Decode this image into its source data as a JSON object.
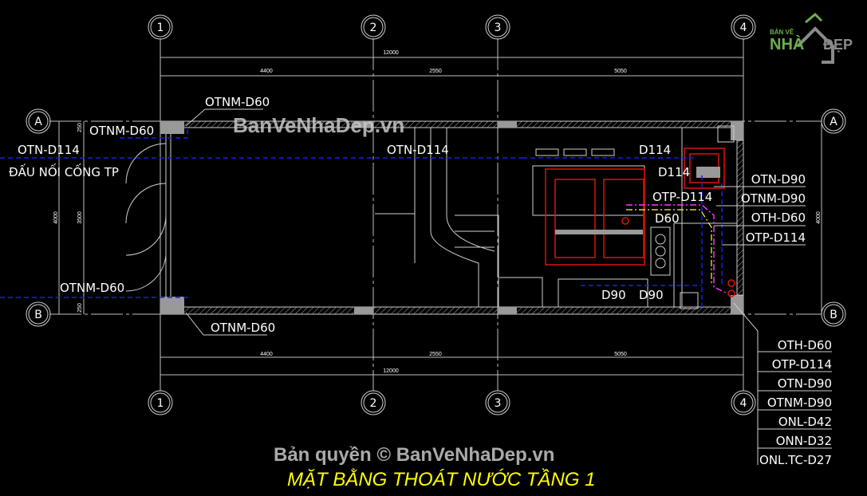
{
  "logo": {
    "top_text": "BẢN VẼ",
    "main_text": "NHÀ",
    "side_text": "ĐẸP",
    "color_green": "#6ab04c",
    "color_gray": "#8a8a8a"
  },
  "watermark": "BanVeNhaDep.vn",
  "copyright": "Bản quyền © BanVeNhaDep.vn",
  "title": "MẶT BẰNG THOÁT NƯỚC TẦNG 1",
  "grid": {
    "columns": [
      "1",
      "2",
      "3",
      "4"
    ],
    "rows": [
      "A",
      "B"
    ]
  },
  "dimensions": {
    "total": "12000",
    "spans": [
      "4400",
      "2550",
      "5050"
    ],
    "left_total": "4000",
    "left_spans": [
      "250",
      "3500",
      "250"
    ],
    "right_partial": "4000"
  },
  "labels": {
    "otnm_d60_top": "OTNM-D60",
    "otnm_d60_left_top": "OTNM-D60",
    "otn_d114_left": "OTN-D114",
    "connection": "ĐẤU NỐI CỐNG TP",
    "otnm_d60_left_bottom": "OTNM-D60",
    "otnm_d60_bottom": "OTNM-D60",
    "otn_d114_mid": "OTN-D114",
    "d114_a": "D114",
    "d114_b": "D114",
    "otp_d114_mid": "OTP-D114",
    "d60_mid": "D60",
    "d90_a": "D90",
    "d90_b": "D90",
    "right_top": [
      "OTN-D90",
      "OTNM-D90",
      "OTH-D60",
      "OTP-D114"
    ],
    "legend": [
      "OTH-D60",
      "OTP-D114",
      "OTN-D90",
      "OTNM-D90",
      "ONL-D42",
      "ONN-D32",
      "ONL.TC-D27"
    ]
  },
  "colors": {
    "background": "#000000",
    "pipe_otn": "#1a1aff",
    "pipe_otp": "#ff33ff",
    "pipe_oth": "#ffff33",
    "fixture": "#e01010",
    "title": "#ffff00"
  }
}
